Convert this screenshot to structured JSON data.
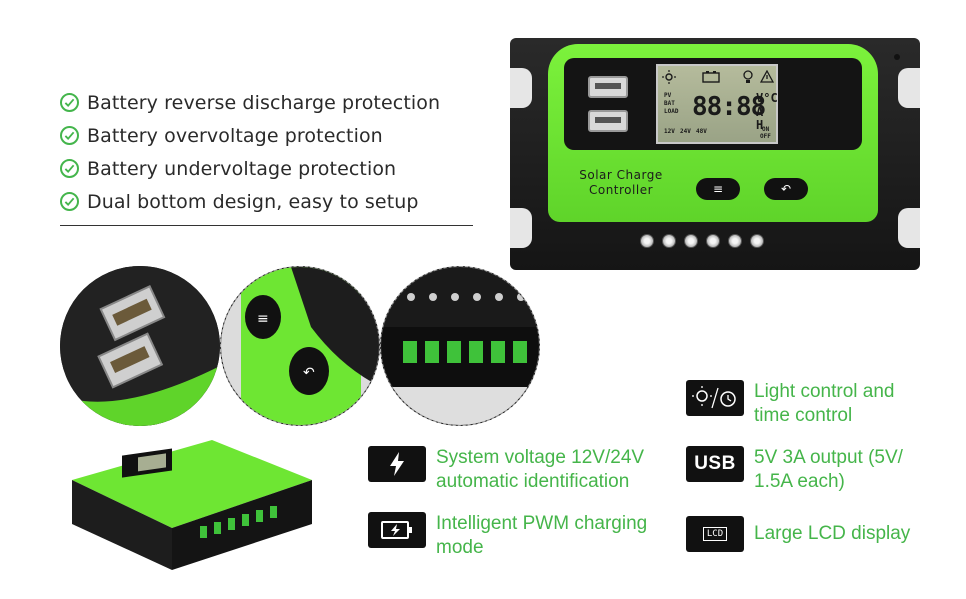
{
  "bullets": [
    {
      "icon": "check-circle-icon",
      "text": "Battery reverse discharge protection"
    },
    {
      "icon": "check-circle-icon",
      "text": "Battery overvoltage protection"
    },
    {
      "icon": "check-circle-icon",
      "text": "Battery undervoltage protection"
    },
    {
      "icon": "check-circle-icon",
      "text": "Dual bottom design, easy to setup"
    }
  ],
  "device": {
    "brand_line1": "Solar Charge",
    "brand_line2": "Controller",
    "lcd": {
      "pv": "PV",
      "bat": "BAT",
      "load": "LOAD",
      "digits": "88:88",
      "unit_top": "V°C",
      "unit_bottom": "A H",
      "v12": "12V",
      "v24": "24V",
      "v48": "48V",
      "on": "ON",
      "off": "OFF"
    },
    "button_menu_icon": "menu-icon",
    "button_back_icon": "return-icon",
    "colors": {
      "green": "#6ee633",
      "body": "#1a1a1a"
    }
  },
  "features": {
    "light_time": {
      "icon": "light-clock-icon",
      "line1": "Light control and",
      "line2": "time control"
    },
    "voltage": {
      "icon": "lightning-icon",
      "line1": "System voltage 12V/24V",
      "line2": "automatic identification"
    },
    "usb": {
      "icon": "usb-icon",
      "icon_text": "USB",
      "line1": "5V 3A output (5V/",
      "line2": "1.5A each)"
    },
    "pwm": {
      "icon": "battery-charge-icon",
      "line1": "Intelligent PWM charging",
      "line2": "mode"
    },
    "lcd": {
      "icon": "lcd-icon",
      "icon_text": "LCD",
      "line1": "Large LCD display"
    }
  },
  "accent_color": "#45b54a"
}
